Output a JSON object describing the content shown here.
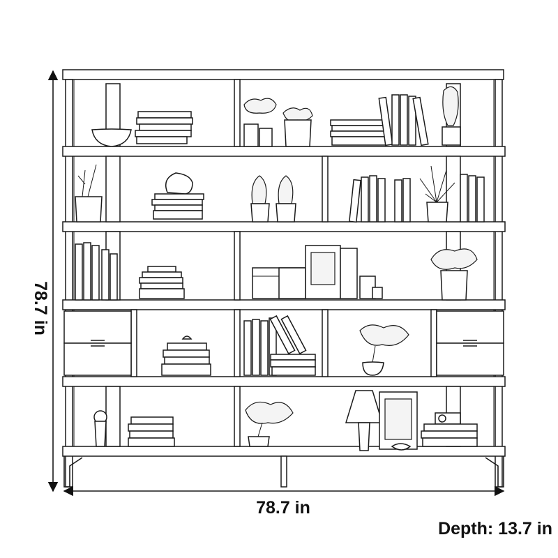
{
  "dimensions": {
    "width": "78.7 in",
    "height": "78.7 in",
    "depth": "Depth: 13.7 in"
  },
  "colors": {
    "line": "#1a1a1a",
    "background": "#ffffff"
  },
  "icons": {
    "arrow": "arrowhead-icon"
  }
}
